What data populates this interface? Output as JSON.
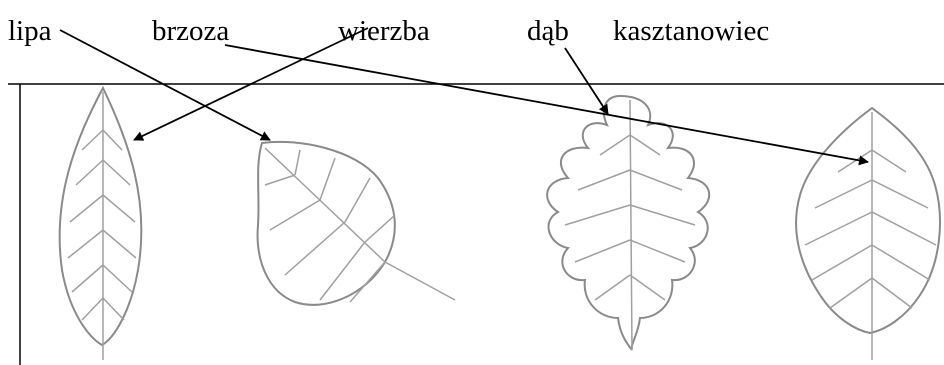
{
  "labels": {
    "lipa": "lipa",
    "brzoza": "brzoza",
    "wierzba": "wierzba",
    "dab": "dąb",
    "kasztanowiec": "kasztanowiec"
  },
  "colors": {
    "text": "#000000",
    "line": "#000000",
    "leaf_outline": "#8a8a8a",
    "leaf_vein": "#9a9a9a"
  }
}
